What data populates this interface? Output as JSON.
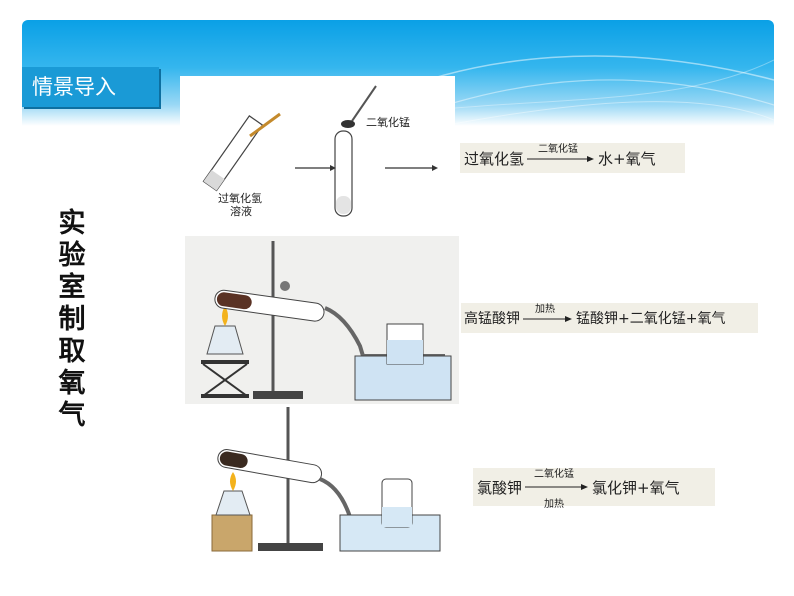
{
  "header": {
    "section_tag": "情景导入",
    "vertical_title": "实验室制取氧气"
  },
  "panel1": {
    "label_reagent": "过氧化氢溶液",
    "label_reagent_line1": "过氧化氢",
    "label_reagent_line2": "溶液",
    "label_catalyst": "二氧化锰"
  },
  "equations": [
    {
      "reactant": "过氧化氢",
      "condition_top": "二氧化锰",
      "condition_bottom": "",
      "products": "水+氧气"
    },
    {
      "reactant": "高锰酸钾",
      "condition_top": "加热",
      "condition_bottom": "",
      "products": "锰酸钾+二氧化锰+氧气"
    },
    {
      "reactant": "氯酸钾",
      "condition_top": "二氧化锰",
      "condition_bottom": "加热",
      "products": "氯化钾+氧气"
    }
  ],
  "colors": {
    "banner": "#0aa0e6",
    "tag_bg": "#1a9ad6",
    "eq_bg": "#f1efe6"
  }
}
